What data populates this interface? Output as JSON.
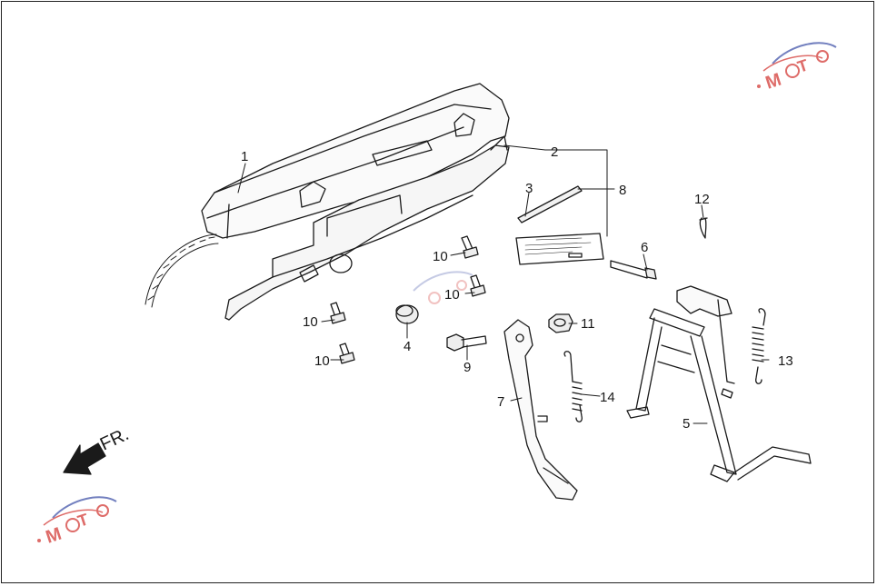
{
  "diagram": {
    "callouts": [
      {
        "id": "c1",
        "text": "1"
      },
      {
        "id": "c2",
        "text": "2"
      },
      {
        "id": "c3",
        "text": "3"
      },
      {
        "id": "c4",
        "text": "4"
      },
      {
        "id": "c5",
        "text": "5"
      },
      {
        "id": "c6",
        "text": "6"
      },
      {
        "id": "c7",
        "text": "7"
      },
      {
        "id": "c8",
        "text": "8"
      },
      {
        "id": "c9",
        "text": "9"
      },
      {
        "id": "c10a",
        "text": "10"
      },
      {
        "id": "c10b",
        "text": "10"
      },
      {
        "id": "c10c",
        "text": "10"
      },
      {
        "id": "c10d",
        "text": "10"
      },
      {
        "id": "c11",
        "text": "11"
      },
      {
        "id": "c12",
        "text": "12"
      },
      {
        "id": "c13",
        "text": "13"
      },
      {
        "id": "c14",
        "text": "14"
      }
    ],
    "direction_label": "FR.",
    "watermark_text": "MOTO",
    "colors": {
      "line": "#1a1a1a",
      "watermark_red": "#d9534f",
      "watermark_blue": "#5b6bb5"
    },
    "icons": [
      "forward-arrow-icon",
      "moto-watermark-logo"
    ]
  }
}
